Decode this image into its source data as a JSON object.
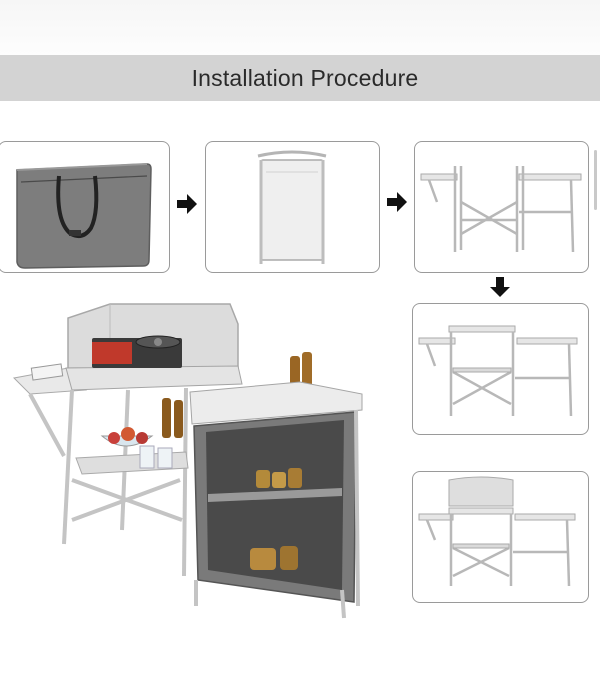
{
  "banner": {
    "title": "Installation Procedure"
  },
  "steps": [
    {
      "id": 1,
      "icon": "carry-bag-icon"
    },
    {
      "id": 2,
      "icon": "folded-table-icon"
    },
    {
      "id": 3,
      "icon": "unfolded-frame-icon"
    },
    {
      "id": 4,
      "icon": "frame-with-shelf-icon"
    },
    {
      "id": 5,
      "icon": "frame-with-windscreen-icon"
    }
  ],
  "arrows": [
    "arrow-right-icon",
    "arrow-right-icon",
    "arrow-down-icon"
  ],
  "hero": {
    "icon": "assembled-camping-kitchen"
  },
  "colors": {
    "banner": "#d3d3d3",
    "card_border": "#9a9a9a",
    "aluminum": "#c8c8c8",
    "fabric": "#7a7a7a",
    "stove": "#c0392b"
  }
}
